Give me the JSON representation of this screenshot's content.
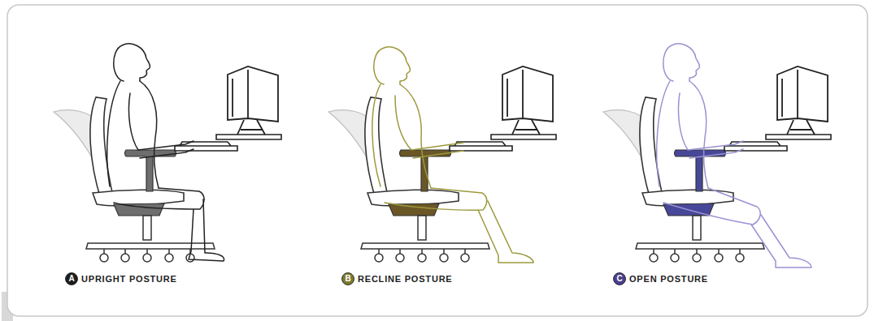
{
  "diagram": {
    "nodes": [
      {
        "text": [
          "A"
        ]
      },
      {
        "text": [
          "B"
        ]
      },
      {
        "text": [
          "C"
        ]
      }
    ],
    "labels": [
      "UPRIGHT POSTURE",
      "RECLINE POSTURE",
      "OPEN POSTURE"
    ]
  }
}
